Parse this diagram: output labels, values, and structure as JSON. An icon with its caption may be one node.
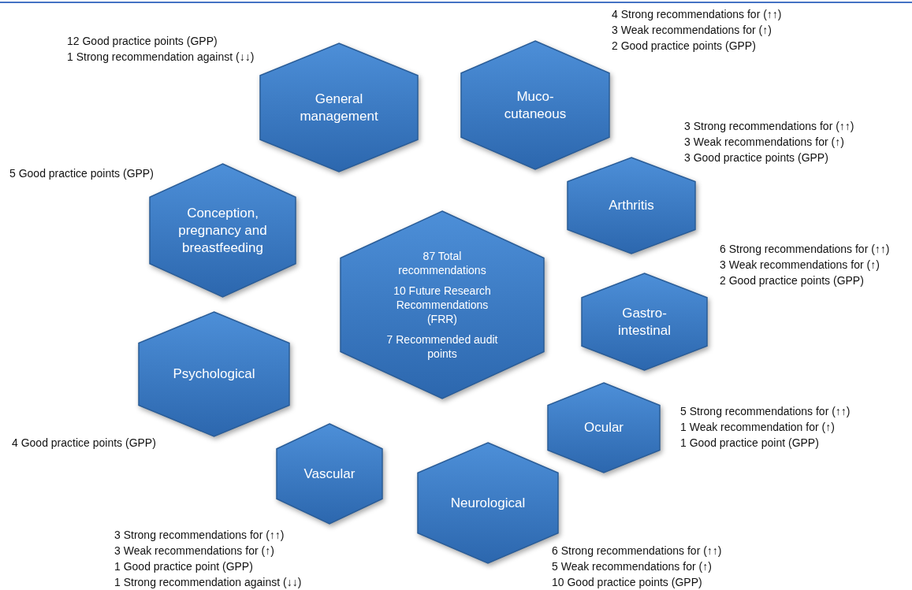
{
  "diagram": {
    "nodes": [
      {
        "text": [
          "87 Total recommendations",
          "10 Future Research Recommendations (FRR)",
          "7 Recommended audit points"
        ]
      },
      {
        "text": [
          "General management"
        ],
        "beside": [
          "12 Good practice points (GPP)",
          "1 Strong recommendation against (↓↓)"
        ]
      },
      {
        "text": [
          "Muco- cutaneous"
        ],
        "beside": [
          "4 Strong recommendations for (↑↑)",
          "3 Weak recommendations for (↑)",
          "2 Good practice points (GPP)"
        ]
      },
      {
        "text": [
          "Arthritis"
        ],
        "beside": [
          "3 Strong recommendations for (↑↑)",
          "3 Weak recommendations for (↑)",
          "3 Good practice points (GPP)"
        ]
      },
      {
        "text": [
          "Conception, pregnancy and breastfeeding"
        ],
        "beside": [
          "5 Good practice points (GPP)"
        ]
      },
      {
        "text": [
          "Gastro- intestinal"
        ],
        "beside": [
          "6 Strong recommendations for (↑↑)",
          "3 Weak recommendations for (↑)",
          "2 Good practice points (GPP)"
        ]
      },
      {
        "text": [
          "Psychological"
        ],
        "beside": [
          "4 Good practice points (GPP)"
        ]
      },
      {
        "text": [
          "Ocular"
        ],
        "beside": [
          "5 Strong recommendations for (↑↑)",
          "1 Weak recommendation for (↑)",
          "1 Good practice point (GPP)"
        ]
      },
      {
        "text": [
          "Vascular"
        ],
        "beside": [
          "3 Strong recommendations for (↑↑)",
          "3 Weak recommendations for (↑)",
          "1 Good practice point (GPP)",
          "1 Strong recommendation against (↓↓)"
        ]
      },
      {
        "text": [
          "Neurological"
        ],
        "beside": [
          "6 Strong recommendations for (↑↑)",
          "5 Weak recommendations for (↑)",
          "10 Good practice points (GPP)"
        ]
      }
    ]
  }
}
